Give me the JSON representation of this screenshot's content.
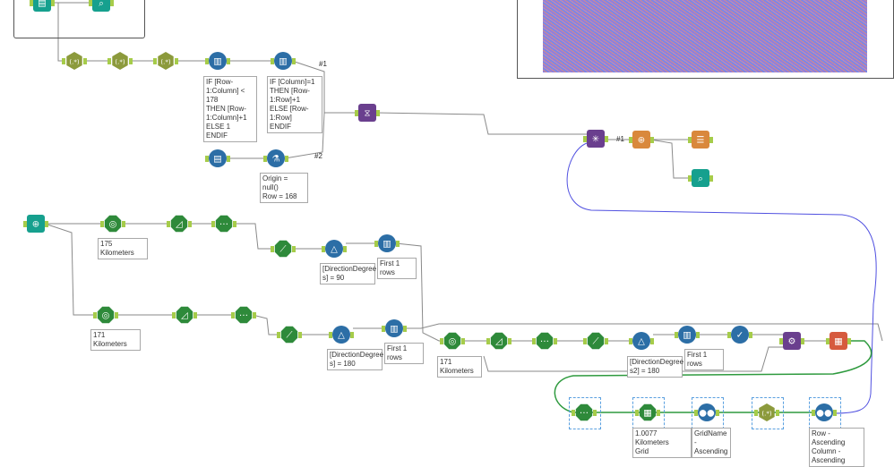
{
  "canvas": {
    "connection_color": "#8a8a8a",
    "wireless_color": "#5050e0",
    "selected_connection_color": "#2e9a3e",
    "anchor_color": "#a6cc4a"
  },
  "tool_colors": {
    "in_out": "#16a08e",
    "preparation": "#2c6ea6",
    "parse": "#8c9a3c",
    "spatial": "#2e8a3a",
    "join": "#6a3f8e",
    "reporting": "#d9883c",
    "developer": "#d65a3e"
  },
  "annotations": {
    "formula1": "IF [Row-\n1:Column] < 178\nTHEN [Row-\n1:Column]+1\nELSE 1\nENDIF",
    "formula2": "IF [Column]=1\nTHEN [Row-\n1:Row]+1\nELSE [Row-1:Row]\nENDIF",
    "formula3": "Origin = null()\nRow = 168",
    "buffer1": "175 Kilometers",
    "filter1": "[DirectionDegree\ns] = 90",
    "sample1": "First 1 rows",
    "buffer2": "171 Kilometers",
    "filter2": "[DirectionDegree\ns] = 180",
    "sample2": "First 1 rows",
    "buffer3": "171 Kilometers",
    "filter3": "[DirectionDegree\ns2] = 180",
    "sample3": "First 1 rows",
    "grid": "1.0077 Kilometers\nGrid",
    "sort1": "GridName -\nAscending",
    "sort2": "Row - Ascending\nColumn -\nAscending"
  },
  "connection_labels": {
    "c1": "#1",
    "c2": "#2",
    "c3": "#1"
  }
}
